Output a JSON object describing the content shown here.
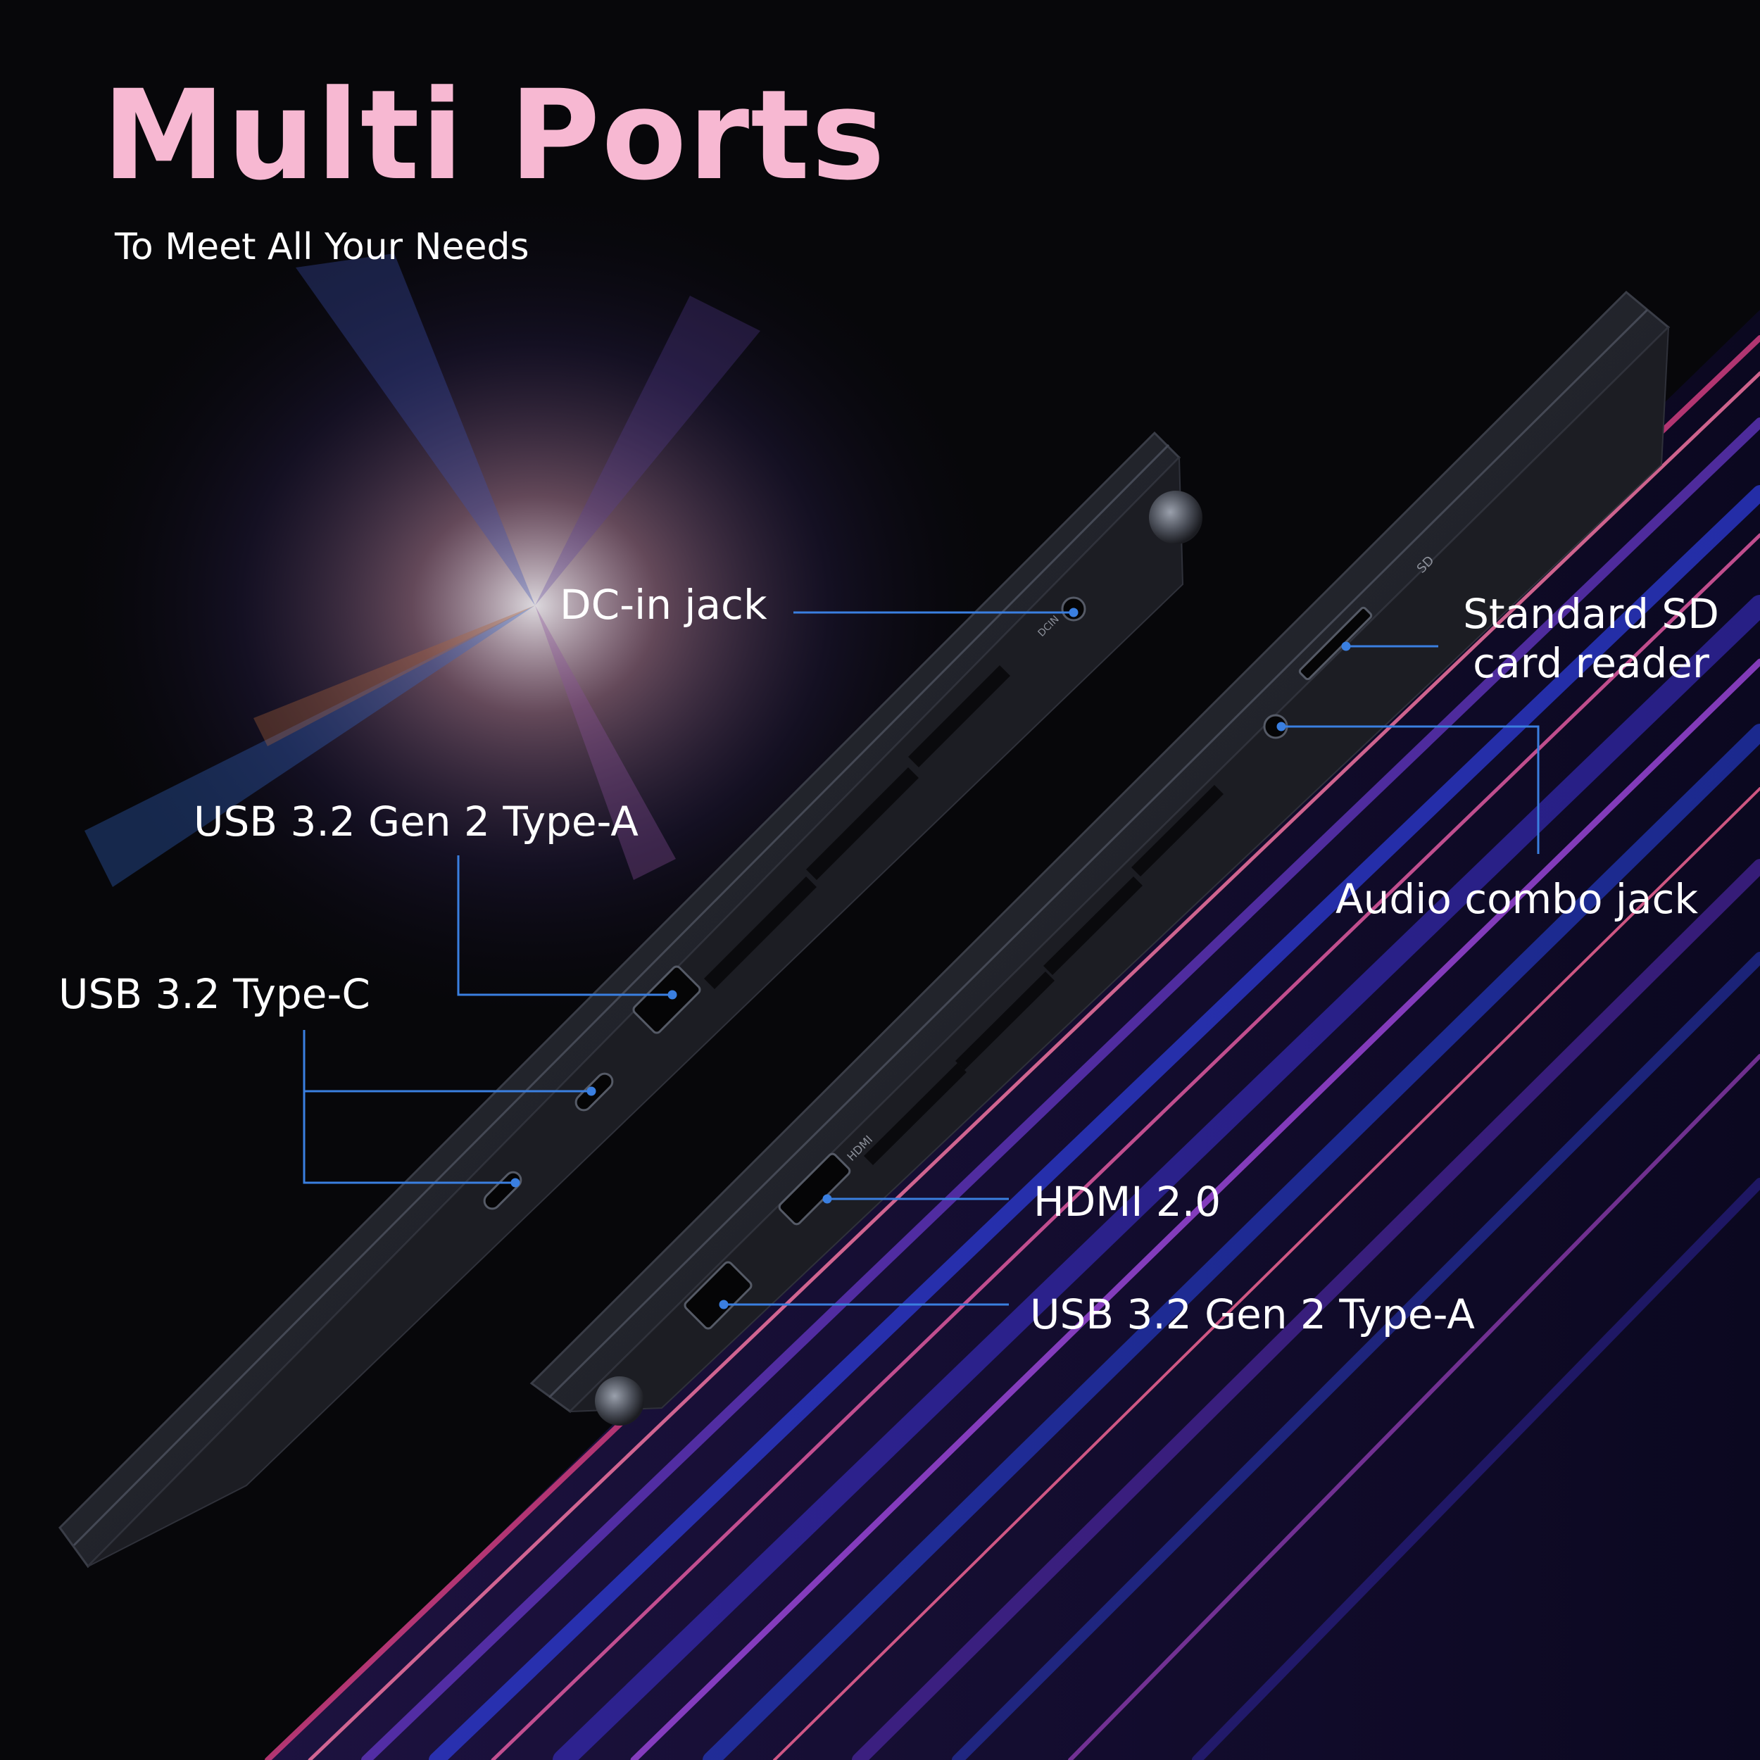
{
  "header": {
    "title": "Multi Ports",
    "subtitle": "To Meet All Your Needs"
  },
  "callouts": {
    "dc_in": "DC-in jack",
    "usb_a_left": "USB 3.2 Gen 2 Type-A",
    "usb_c": "USB 3.2 Type-C",
    "sd_reader": "Standard SD card reader",
    "audio_jack": "Audio combo jack",
    "hdmi": "HDMI 2.0",
    "usb_a_right": "USB 3.2 Gen 2 Type-A"
  },
  "port_markings": {
    "hdmi": "HDMI",
    "dc": "DCIN",
    "sd": "SD"
  },
  "colors": {
    "title": "#f7b8d2",
    "leader_line": "#3a7fe0",
    "body_text": "#ffffff",
    "laptop_body": "#23252d"
  }
}
